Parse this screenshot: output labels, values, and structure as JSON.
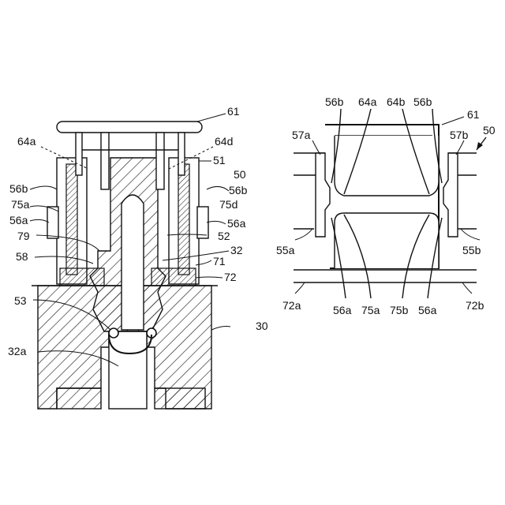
{
  "figure": {
    "left_view": {
      "labels": {
        "l61": "61",
        "l64a": "64a",
        "l64d": "64d",
        "l51": "51",
        "l50": "50",
        "l56b_l": "56b",
        "l56b_r": "56b",
        "l75a": "75a",
        "l75d": "75d",
        "l56a_l": "56a",
        "l56a_r": "56a",
        "l79": "79",
        "l52": "52",
        "l58": "58",
        "l32": "32",
        "l71": "71",
        "l72": "72",
        "l53": "53",
        "l30": "30",
        "l32a": "32a"
      }
    },
    "right_view": {
      "labels": {
        "l56b_l": "56b",
        "l64a": "64a",
        "l64b": "64b",
        "l56b_r": "56b",
        "l61": "61",
        "l50": "50",
        "l57a": "57a",
        "l57b": "57b",
        "l55a": "55a",
        "l55b": "55b",
        "l72a": "72a",
        "l72b": "72b",
        "l56a_l": "56a",
        "l75a": "75a",
        "l75b": "75b",
        "l56a_r": "56a"
      }
    }
  }
}
